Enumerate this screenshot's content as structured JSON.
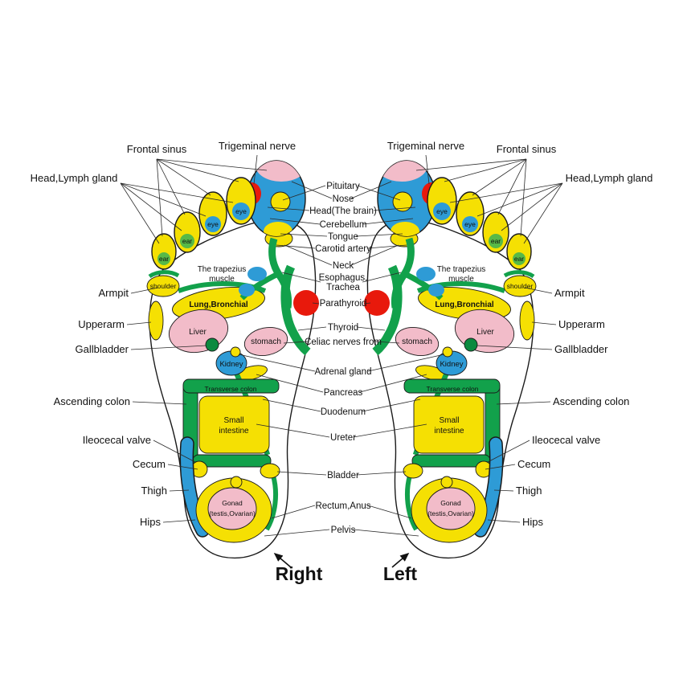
{
  "captions": {
    "right": "Right",
    "left": "Left"
  },
  "top_labels": {
    "frontal_sinus": "Frontal sinus",
    "trigeminal_nerve": "Trigeminal nerve",
    "head_lymph_gland": "Head,Lymph gland"
  },
  "side_labels": {
    "armpit": "Armpit",
    "upperarm": "Upperarm",
    "gallbladder": "Gallbladder",
    "ascending_colon": "Ascending colon",
    "ileocecal_valve": "Ileocecal valve",
    "cecum": "Cecum",
    "thigh": "Thigh",
    "hips": "Hips"
  },
  "center_labels": {
    "pituitary": "Pituitary",
    "nose": "Nose",
    "head_brain": "Head(The brain)",
    "cerebellum": "Cerebellum",
    "tongue": "Tongue",
    "carotid_artery": "Carotid artery",
    "neck": "Neck",
    "esophagus": "Esophagus,",
    "trachea": "Trachea",
    "parathyroid": "Parathyroid",
    "thyroid": "Thyroid",
    "celiac_nerves": "Celiac nerves from",
    "adrenal_gland": "Adrenal gland",
    "pancreas": "Pancreas",
    "duodenum": "Duodenum",
    "ureter": "Ureter",
    "bladder": "Bladder",
    "rectum_anus": "Rectum,Anus",
    "pelvis": "Pelvis"
  },
  "zone_labels": {
    "eye": "eye",
    "ear": "ear",
    "shoulder": "shoulder",
    "trapezius_line1": "The trapezius",
    "trapezius_line2": "muscle",
    "lung_bronchial": "Lung,Bronchial",
    "liver": "Liver",
    "stomach": "stomach",
    "kidney": "Kidney",
    "transverse_colon": "Transverse colon",
    "small_intestine_line1": "Small",
    "small_intestine_line2": "intestine",
    "gonad_line1": "Gonad",
    "gonad_line2": "(testis,Ovarian)"
  },
  "colors": {
    "yellow": "#F5E003",
    "blue": "#2E9BD6",
    "green": "#12A14B",
    "pink": "#F2BCC9",
    "red": "#E8190C",
    "outline": "#1A1A1A"
  }
}
